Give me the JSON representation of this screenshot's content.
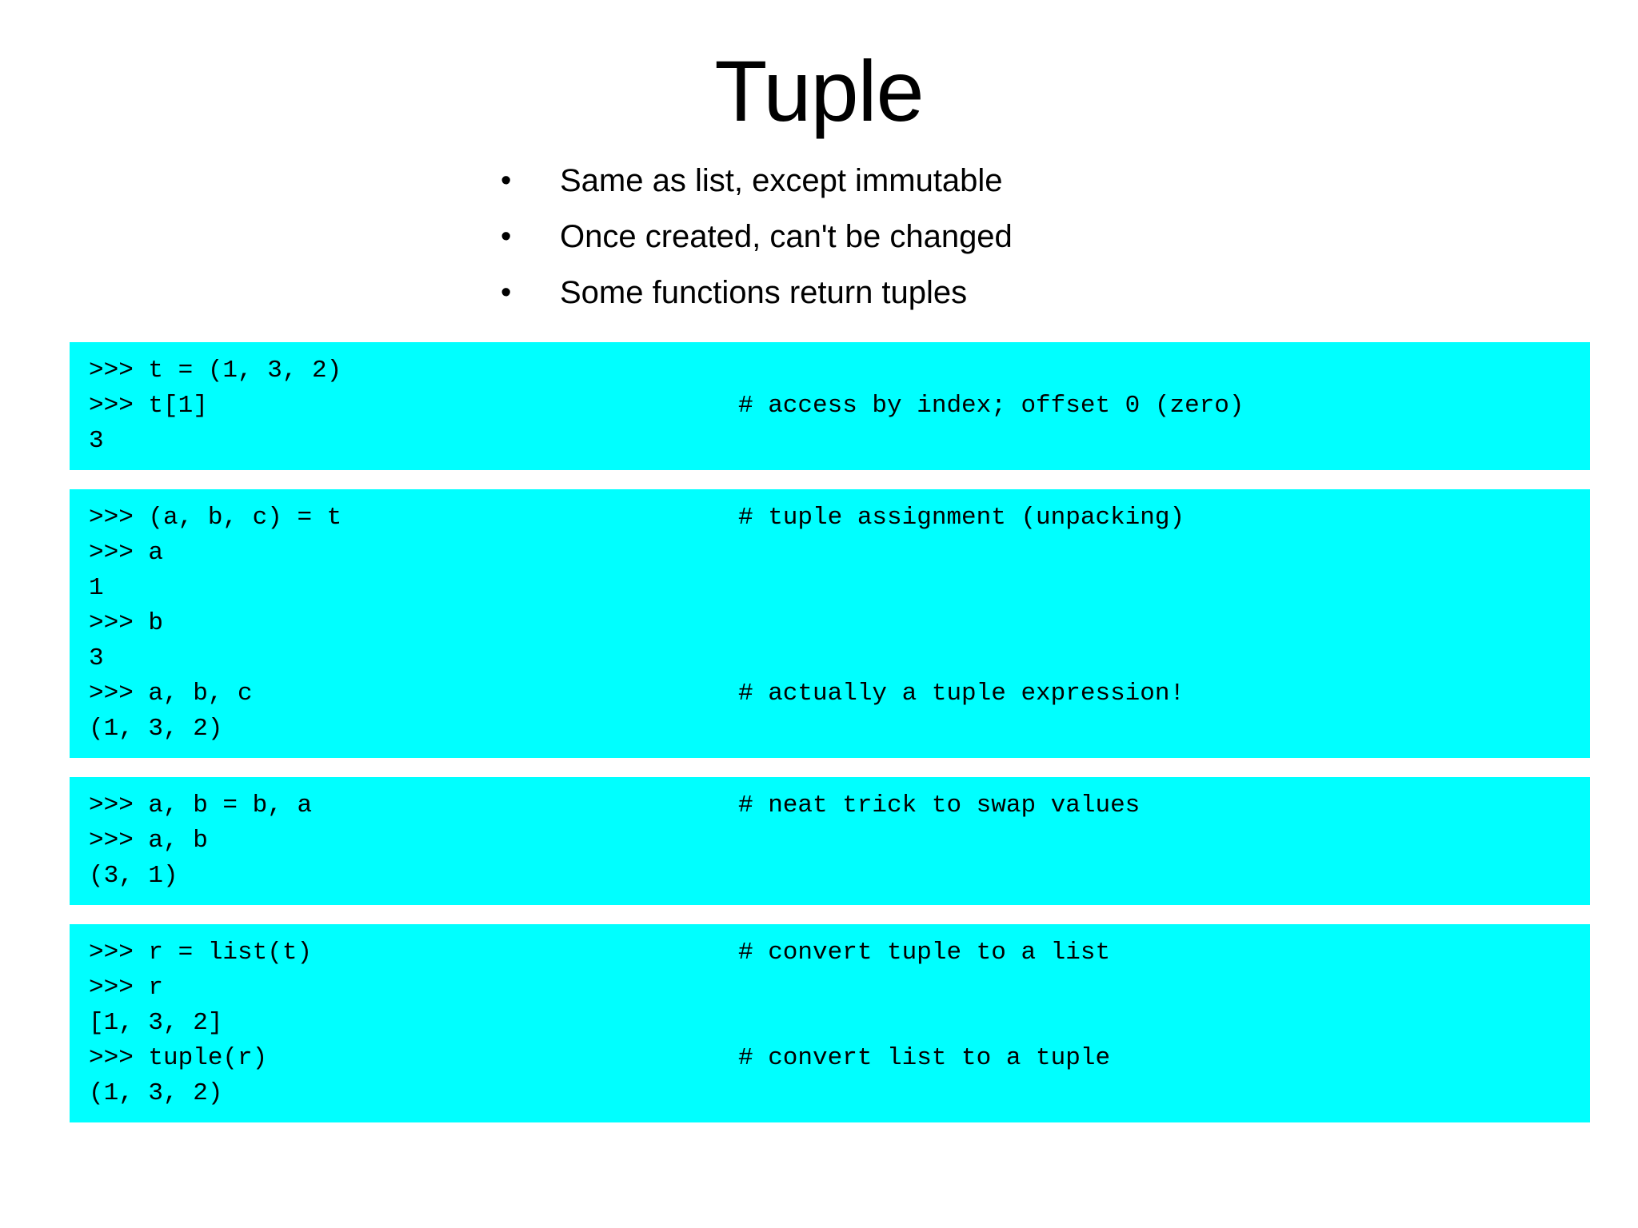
{
  "slide": {
    "title": "Tuple",
    "background_color": "#ffffff",
    "text_color": "#000000",
    "code_block_color": "#00ffff"
  },
  "bullets": [
    {
      "marker": "•",
      "text": "Same as list, except immutable"
    },
    {
      "marker": "•",
      "text": "Once created, can't be changed"
    },
    {
      "marker": "•",
      "text": "Some functions return tuples"
    }
  ],
  "code_blocks": [
    {
      "lines": [
        {
          "code": ">>> t = (1, 3, 2)",
          "comment": ""
        },
        {
          "code": ">>> t[1]",
          "comment": "# access by index; offset 0 (zero)"
        },
        {
          "code": "3",
          "comment": ""
        }
      ]
    },
    {
      "lines": [
        {
          "code": ">>> (a, b, c) = t",
          "comment": "# tuple assignment (unpacking)"
        },
        {
          "code": ">>> a",
          "comment": ""
        },
        {
          "code": "1",
          "comment": ""
        },
        {
          "code": ">>> b",
          "comment": ""
        },
        {
          "code": "3",
          "comment": ""
        },
        {
          "code": ">>> a, b, c",
          "comment": "# actually a tuple expression!"
        },
        {
          "code": "(1, 3, 2)",
          "comment": ""
        }
      ]
    },
    {
      "lines": [
        {
          "code": ">>> a, b = b, a",
          "comment": "# neat trick to swap values"
        },
        {
          "code": ">>> a, b",
          "comment": ""
        },
        {
          "code": "(3, 1)",
          "comment": ""
        }
      ]
    },
    {
      "lines": [
        {
          "code": ">>> r = list(t)",
          "comment": "# convert tuple to a list"
        },
        {
          "code": ">>> r",
          "comment": ""
        },
        {
          "code": "[1, 3, 2]",
          "comment": ""
        },
        {
          "code": ">>> tuple(r)",
          "comment": "# convert list to a tuple"
        },
        {
          "code": "(1, 3, 2)",
          "comment": ""
        }
      ]
    }
  ]
}
